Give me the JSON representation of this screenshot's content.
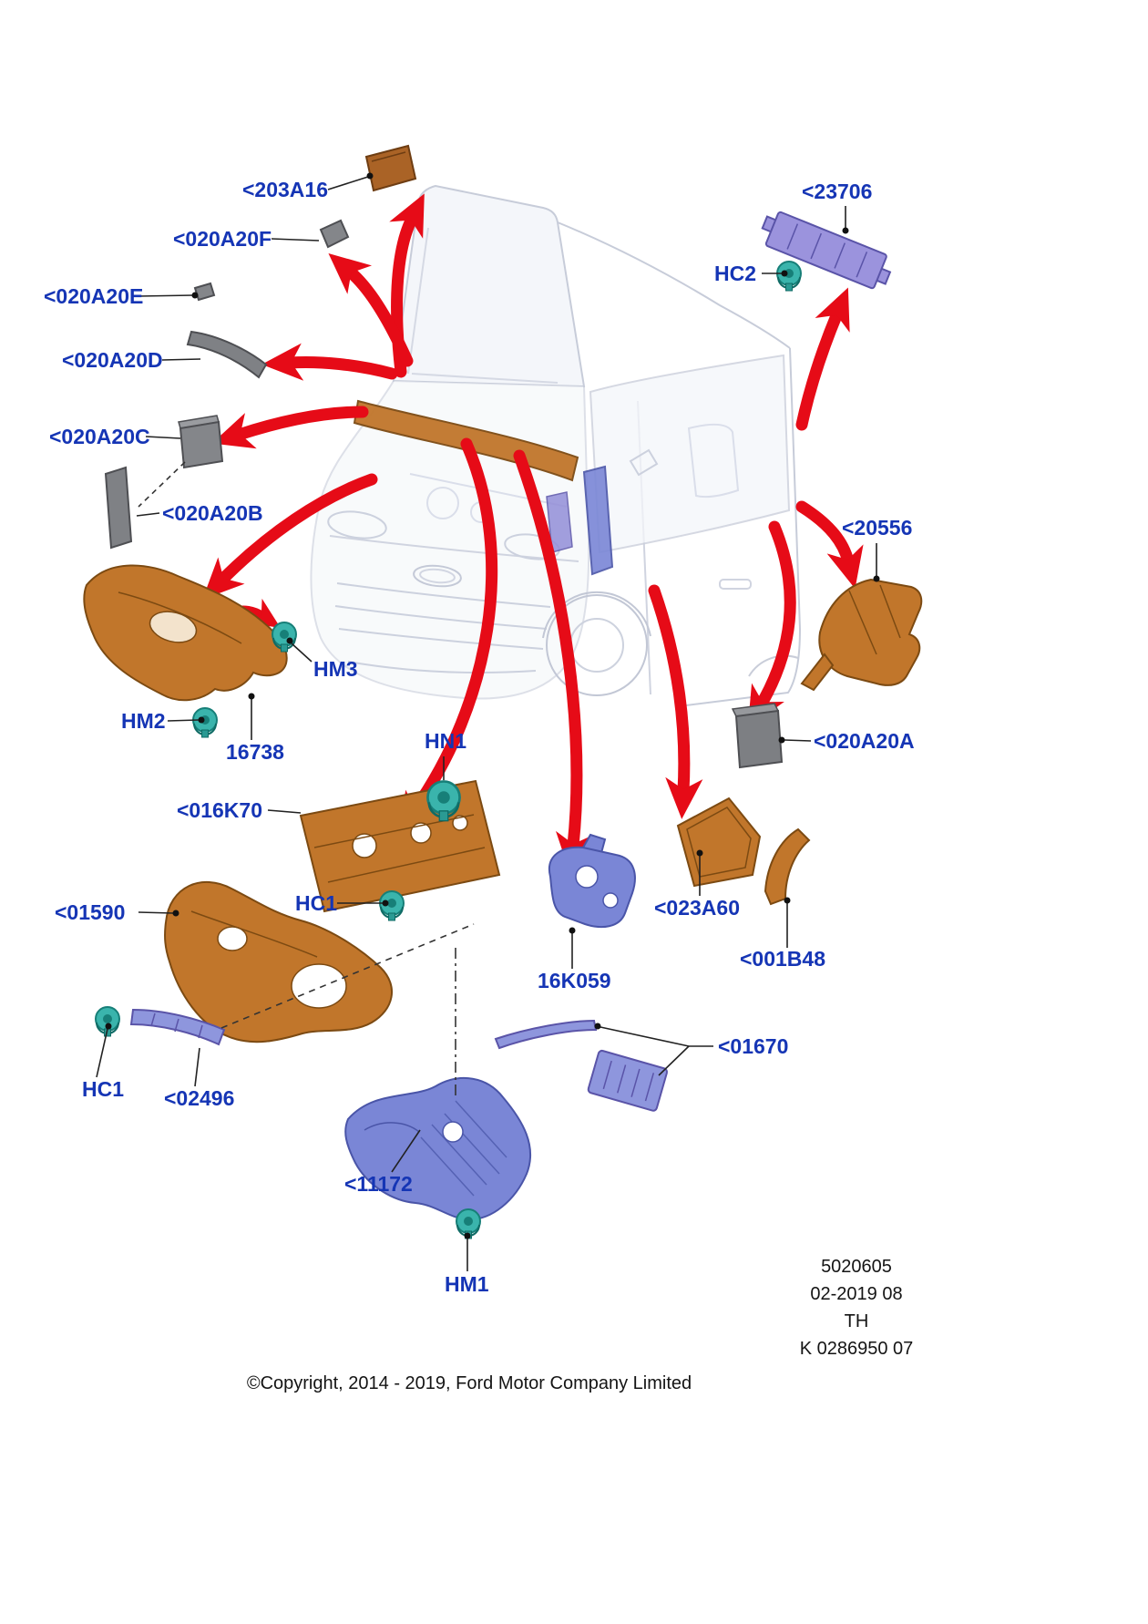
{
  "document": {
    "type": "parts-catalog-exploded-diagram",
    "description": "Ford van exploded parts diagram showing dash, cowl and floor insulation panels, heat shields and fastener clips with red locator arrows"
  },
  "labels": [
    {
      "id": "203A16",
      "text": "<203A16"
    },
    {
      "id": "020A20F",
      "text": "<020A20F"
    },
    {
      "id": "020A20E",
      "text": "<020A20E"
    },
    {
      "id": "020A20D",
      "text": "<020A20D"
    },
    {
      "id": "020A20C",
      "text": "<020A20C"
    },
    {
      "id": "020A20B",
      "text": "<020A20B"
    },
    {
      "id": "23706",
      "text": "<23706"
    },
    {
      "id": "HC2",
      "text": "HC2"
    },
    {
      "id": "20556",
      "text": "<20556"
    },
    {
      "id": "HM3",
      "text": "HM3"
    },
    {
      "id": "HM2",
      "text": "HM2"
    },
    {
      "id": "16738",
      "text": "16738"
    },
    {
      "id": "HN1",
      "text": "HN1"
    },
    {
      "id": "016K70",
      "text": "<016K70"
    },
    {
      "id": "HC1-upper",
      "text": "HC1"
    },
    {
      "id": "01590",
      "text": "<01590"
    },
    {
      "id": "023A60",
      "text": "<023A60"
    },
    {
      "id": "001B48",
      "text": "<001B48"
    },
    {
      "id": "16K059",
      "text": "16K059"
    },
    {
      "id": "020A20A",
      "text": "<020A20A"
    },
    {
      "id": "HC1-lower",
      "text": "HC1"
    },
    {
      "id": "02496",
      "text": "<02496"
    },
    {
      "id": "01670",
      "text": "<01670"
    },
    {
      "id": "11172",
      "text": "<11172"
    },
    {
      "id": "HM1",
      "text": "HM1"
    }
  ],
  "plate": {
    "lines": [
      "5020605",
      "02-2019 08",
      "TH",
      "K 0286950 07"
    ]
  },
  "footer": {
    "copyright": "©Copyright, 2014 - 2019, Ford Motor Company Limited"
  },
  "colors": {
    "label_blue": "#1535b5",
    "arrow_red": "#e60b17",
    "part_orange": "#c1762b",
    "part_purple": "#938ed8",
    "part_blue": "#7a86d6",
    "part_gray": "#84868a",
    "clip_teal": "#3ab4ac",
    "ghost_gray": "#c7ccd9"
  }
}
